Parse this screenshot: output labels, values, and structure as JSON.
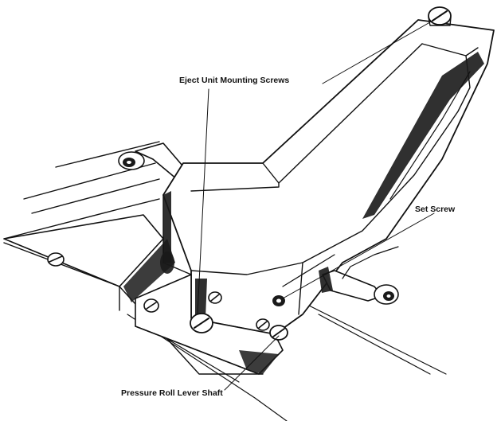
{
  "callouts": {
    "mounting_screws": "Eject Unit Mounting Screws",
    "set_screw": "Set Screw",
    "pressure_shaft": "Pressure Roll Lever Shaft"
  },
  "colors": {
    "ink": "#111111",
    "paper": "#ffffff"
  }
}
